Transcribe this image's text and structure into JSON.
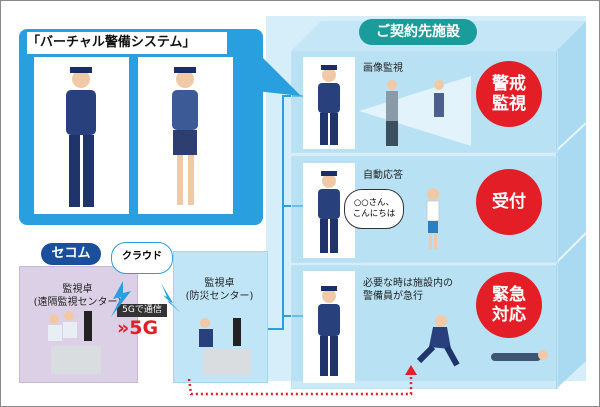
{
  "virtual_system": {
    "title": "「バーチャル警備システム」"
  },
  "facility": {
    "badge": "ご契約先施設",
    "floors": [
      {
        "label": "画像監視",
        "function": "警戒\n監視"
      },
      {
        "label": "自動応答",
        "function": "受付",
        "speech": "○○さん、\nこんにちは"
      },
      {
        "label": "必要な時は施設内の\n警備員が急行",
        "function": "緊急\n対応"
      }
    ]
  },
  "secom": {
    "badge": "セコム",
    "desk_label": "監視卓\n(遠隔監視センター)"
  },
  "cloud": {
    "label": "クラウド"
  },
  "network": {
    "tag": "5Gで通信",
    "logo": "»5G"
  },
  "disaster_center": {
    "desk_label": "監視卓\n(防災センター)"
  },
  "colors": {
    "blue": "#2a9fe0",
    "teal": "#1a9c9a",
    "red": "#e41e26",
    "navy": "#1a4f9c",
    "purple": "#dcd0e6"
  }
}
